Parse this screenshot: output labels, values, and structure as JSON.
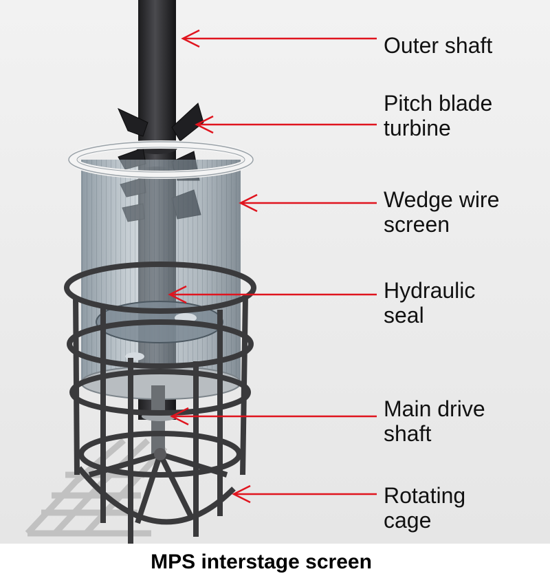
{
  "caption": "MPS interstage screen",
  "callouts": [
    {
      "id": "outer-shaft",
      "lines": [
        "Outer shaft"
      ]
    },
    {
      "id": "pitch-blade-turbine",
      "lines": [
        "Pitch blade",
        "turbine"
      ]
    },
    {
      "id": "wedge-wire-screen",
      "lines": [
        "Wedge wire",
        "screen"
      ]
    },
    {
      "id": "hydraulic-seal",
      "lines": [
        "Hydraulic",
        "seal"
      ]
    },
    {
      "id": "main-drive-shaft",
      "lines": [
        "Main drive",
        "shaft"
      ]
    },
    {
      "id": "rotating-cage",
      "lines": [
        "Rotating",
        "cage"
      ]
    }
  ],
  "colors": {
    "arrow": "#e0141e",
    "background": "#efefef",
    "shaft": "#2b2b2e",
    "cage": "#3a3a3c",
    "screen": "#8a9aa6"
  }
}
